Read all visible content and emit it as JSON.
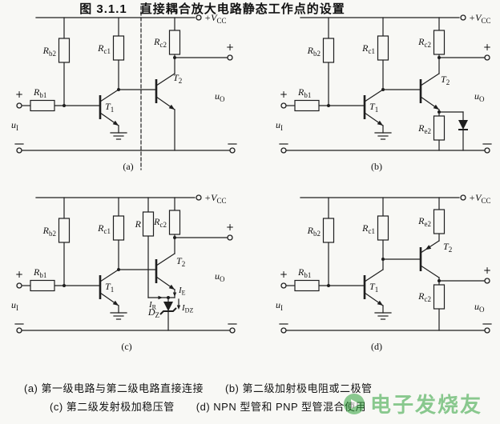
{
  "figure": {
    "title": "图 3.1.1　直接耦合放大电路静态工作点的设置",
    "caption_line1": "(a) 第一级电路与第二级电路直接连接　　(b) 第二级加射极电阻或二极管",
    "caption_line2": "(c) 第二级发射极加稳压管　　(d) NPN 型管和 PNP 型管混合使用",
    "sublabels": {
      "a": "(a)",
      "b": "(b)",
      "c": "(c)",
      "d": "(d)"
    }
  },
  "labels": {
    "vcc": {
      "base": "+V",
      "sub": "CC"
    },
    "rb1": {
      "base": "R",
      "sub": "b1"
    },
    "rb2": {
      "base": "R",
      "sub": "b2"
    },
    "rc1": {
      "base": "R",
      "sub": "c1"
    },
    "rc2": {
      "base": "R",
      "sub": "c2"
    },
    "re2": {
      "base": "R",
      "sub": "e2"
    },
    "r": {
      "base": "R",
      "sub": ""
    },
    "t1": {
      "base": "T",
      "sub": "1"
    },
    "t2": {
      "base": "T",
      "sub": "2"
    },
    "ui": {
      "base": "u",
      "sub": "I"
    },
    "uo": {
      "base": "u",
      "sub": "O"
    },
    "dz": {
      "base": "D",
      "sub": "Z"
    },
    "ie": {
      "base": "I",
      "sub": "E"
    },
    "ir": {
      "base": "I",
      "sub": "R"
    },
    "idz": {
      "base": "I",
      "sub": "DZ"
    },
    "plus": "+"
  },
  "watermark": {
    "text": "电子发烧友",
    "color": "#2fa13a"
  },
  "colors": {
    "paper": "#f8f8f5",
    "ink": "#1e1e1e"
  }
}
